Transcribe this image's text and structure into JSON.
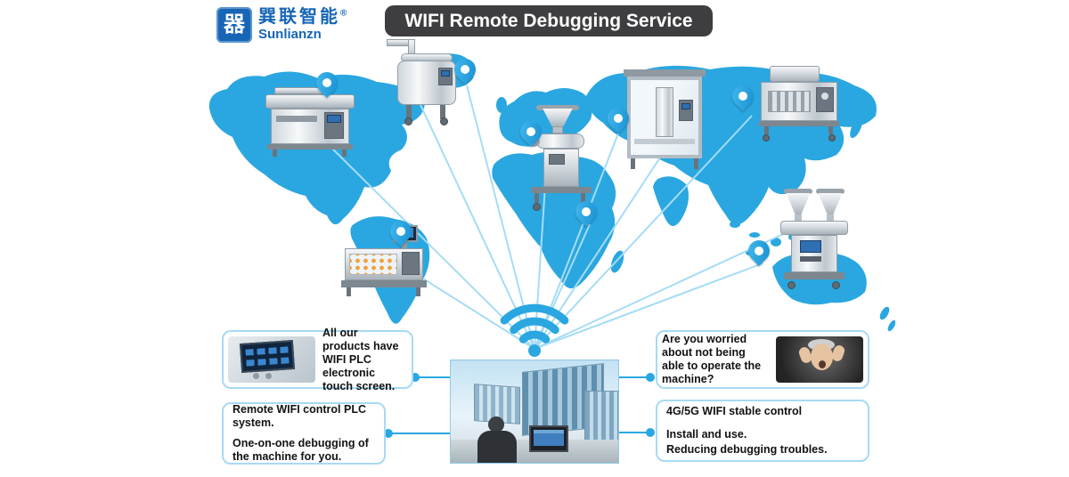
{
  "brand": {
    "logo_glyph": "器",
    "name_cn": "巽联智能",
    "reg": "®",
    "name_en": "Sunlianzn"
  },
  "title": "WIFI Remote Debugging Service",
  "callouts": {
    "products": "All our products have WIFI PLC electronic touch screen.",
    "remote": {
      "line1": "Remote WIFI control PLC system.",
      "line2": "One-on-one debugging of the machine for you."
    },
    "worried": "Are you worried about not being able to operate the machine?",
    "stable": {
      "line1": "4G/5G WIFI stable control",
      "line2": "Install and use.",
      "line3": "Reducing debugging troubles."
    }
  },
  "colors": {
    "map_blue": "#2aa7e0",
    "brand_blue": "#1766b5",
    "title_bg": "#3e3e40",
    "connection_line": "#a5dcf5",
    "pin_blue": "#1690d2"
  },
  "icons": {
    "wifi": "wifi-icon",
    "pin": "location-pin",
    "logo": "brand-logo"
  }
}
